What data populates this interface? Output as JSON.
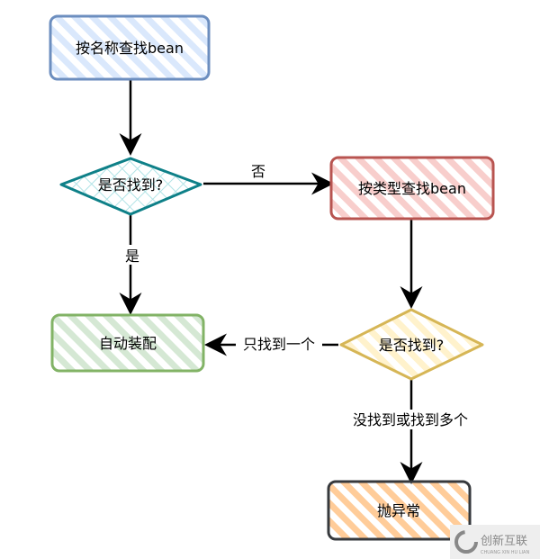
{
  "nodes": {
    "find_by_name": {
      "label": "按名称查找bean",
      "stroke": "#6c8ebf",
      "fill": "#dae8fc"
    },
    "found_1": {
      "label": "是否找到?",
      "stroke": "#0e8088",
      "fill": "#b0e3e6"
    },
    "find_by_type": {
      "label": "按类型查找bean",
      "stroke": "#b85450",
      "fill": "#f8cecc"
    },
    "found_2": {
      "label": "是否找到?",
      "stroke": "#d6b656",
      "fill": "#fff2cc"
    },
    "autowire": {
      "label": "自动装配",
      "stroke": "#82b366",
      "fill": "#d5e8d4"
    },
    "throw": {
      "label": "抛异常",
      "stroke": "#36393d",
      "fill": "#ffcc99"
    }
  },
  "edges": {
    "no": "否",
    "yes": "是",
    "only_one": "只找到一个",
    "none_or_many": "没找到或找到多个"
  },
  "watermark": {
    "text": "创新互联",
    "subtext": "CHUANG XIN HU LIAN"
  }
}
